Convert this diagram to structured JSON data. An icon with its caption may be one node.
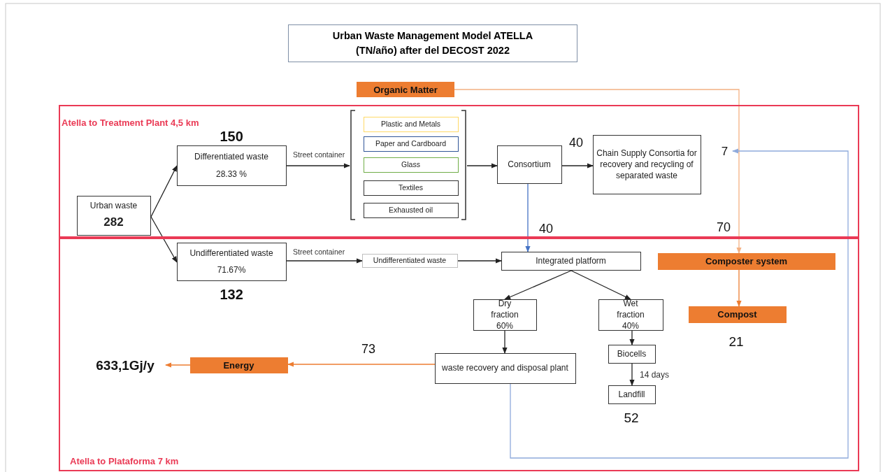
{
  "diagram": {
    "title": "Urban Waste Management Model ATELLA (TN/año) after del DECOST 2022",
    "nodes": [
      {
        "text": [
          "Atella to Treatment Plant 4,5 km"
        ]
      },
      {
        "text": [
          "Atella to Plataforma 7 km"
        ]
      },
      {
        "text": [
          "Organic Matter"
        ]
      },
      {
        "text": [
          "Urban waste",
          "282"
        ],
        "in": 0
      },
      {
        "text": [
          "Differentiated waste",
          "28.33 %"
        ],
        "beside": [
          "150"
        ],
        "in": 0
      },
      {
        "text": [],
        "shape": "bracket",
        "in": 0
      },
      {
        "text": [
          "Plastic and Metals"
        ],
        "in": 5
      },
      {
        "text": [
          "Paper and Cardboard"
        ],
        "in": 5
      },
      {
        "text": [
          "Glass"
        ],
        "in": 5
      },
      {
        "text": [
          "Textiles"
        ],
        "in": 5
      },
      {
        "text": [
          "Exhausted oil"
        ],
        "in": 5
      },
      {
        "text": [
          "Consortium"
        ],
        "in": 0
      },
      {
        "text": [
          "Chain Supply Consortia for recovery and recycling of separated waste"
        ],
        "in": 0
      },
      {
        "text": [
          "Undifferentiated waste",
          "71.67%"
        ],
        "beside": [
          "132"
        ],
        "in": 1
      },
      {
        "text": [
          "Undifferentiated waste"
        ],
        "in": 1
      },
      {
        "text": [
          "Integrated platform"
        ],
        "in": 1
      },
      {
        "text": [
          "Composter system"
        ],
        "in": 1
      },
      {
        "text": [
          "Dry fraction 60%"
        ],
        "in": 1
      },
      {
        "text": [
          "Wet fraction 40%"
        ],
        "in": 1
      },
      {
        "text": [
          "Compost"
        ],
        "beside": [
          "21"
        ],
        "in": 1
      },
      {
        "text": [
          "waste recovery and disposal plant"
        ],
        "in": 1
      },
      {
        "text": [
          "Biocells"
        ],
        "in": 1
      },
      {
        "text": [
          "Landfill"
        ],
        "beside": [
          "52"
        ],
        "in": 1
      },
      {
        "text": [
          "Energy"
        ],
        "in": 1
      },
      {
        "text": [
          "633,1Gj/y"
        ],
        "in": 1
      },
      {
        "text": [
          "7"
        ],
        "in": 0
      }
    ],
    "edges": [
      {
        "from": 3,
        "to": 4,
        "arrow": "to"
      },
      {
        "from": 3,
        "to": 13,
        "arrow": "to"
      },
      {
        "from": 4,
        "to": 5,
        "arrow": "to",
        "label": "Street container"
      },
      {
        "from": 5,
        "to": 11,
        "arrow": "to"
      },
      {
        "from": 11,
        "to": 12,
        "arrow": "to",
        "label": "40"
      },
      {
        "from": 11,
        "to": 15,
        "arrow": "to",
        "label": "40",
        "color": "#4472c4"
      },
      {
        "from": 2,
        "to": 16,
        "arrow": "to",
        "label": "70",
        "color": "#f4b183"
      },
      {
        "from": 16,
        "to": 19,
        "arrow": "to",
        "color": "#ed7d31"
      },
      {
        "from": 13,
        "to": 14,
        "arrow": "to",
        "label": "Street container"
      },
      {
        "from": 14,
        "to": 15,
        "arrow": "to"
      },
      {
        "from": 15,
        "to": 17,
        "arrow": "to"
      },
      {
        "from": 15,
        "to": 18,
        "arrow": "to"
      },
      {
        "from": 17,
        "to": 20,
        "arrow": "to"
      },
      {
        "from": 18,
        "to": 21,
        "arrow": "to"
      },
      {
        "from": 21,
        "to": 22,
        "arrow": "to",
        "label": "14 days"
      },
      {
        "from": 20,
        "to": 23,
        "arrow": "to",
        "label": "73",
        "color": "#ed7d31"
      },
      {
        "from": 23,
        "to": 24,
        "arrow": "to",
        "color": "#ed7d31"
      },
      {
        "from": 20,
        "to": 25,
        "arrow": "to",
        "color": "#8faadc"
      }
    ]
  }
}
